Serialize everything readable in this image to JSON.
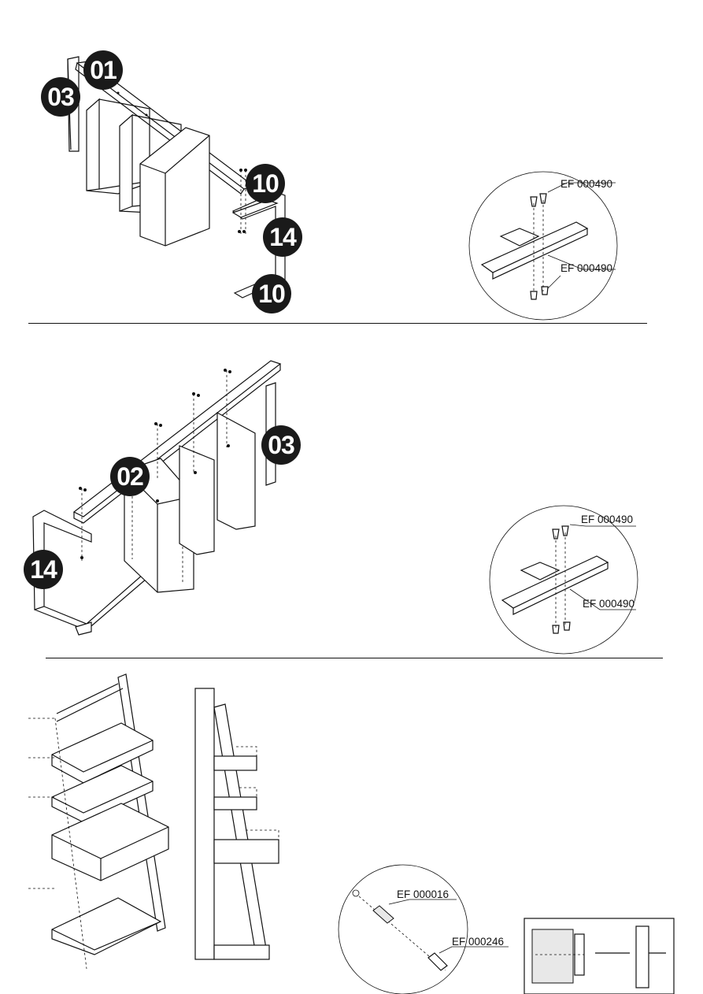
{
  "section1": {
    "badges": [
      "01",
      "03",
      "10",
      "14",
      "10"
    ],
    "detail_labels": [
      "EF 000490",
      "EF 000490"
    ]
  },
  "section2": {
    "badges": [
      "02",
      "03",
      "14"
    ],
    "detail_labels": [
      "EF 000490",
      "EF 000490"
    ]
  },
  "section3": {
    "detail_labels": [
      "EF 000016",
      "EF 000246"
    ]
  }
}
